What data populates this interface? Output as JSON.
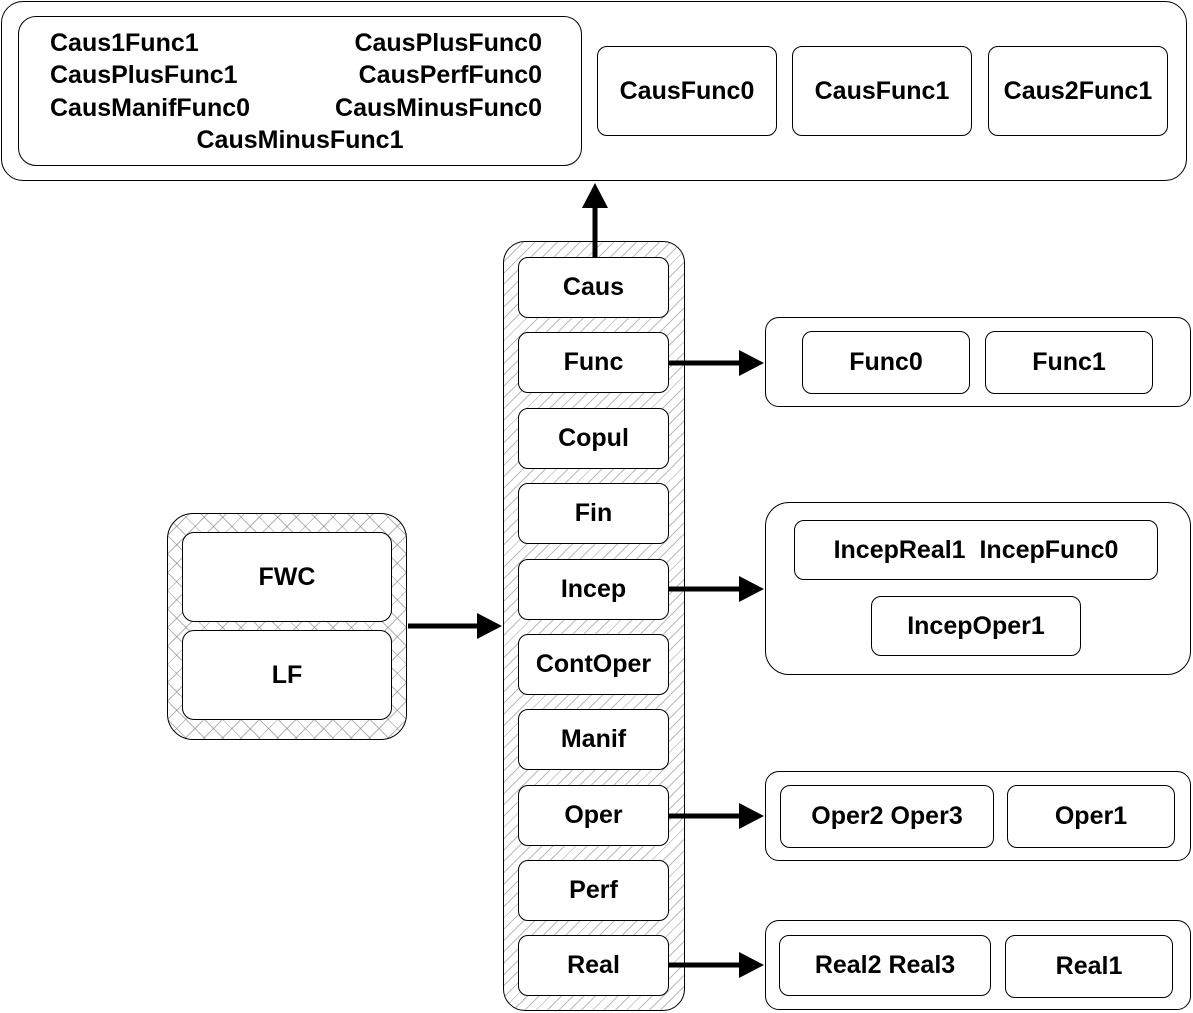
{
  "top_group": {
    "combined_items": [
      "Caus1Func1",
      "CausPlusFunc0",
      "CausPlusFunc1",
      "CausPerfFunc0",
      "CausManifFunc0",
      "CausMinusFunc0",
      "CausMinusFunc1"
    ],
    "boxes": [
      "CausFunc0",
      "CausFunc1",
      "Caus2Func1"
    ]
  },
  "left_group": {
    "items": [
      "FWC",
      "LF"
    ]
  },
  "center_column": {
    "items": [
      "Caus",
      "Func",
      "Copul",
      "Fin",
      "Incep",
      "ContOper",
      "Manif",
      "Oper",
      "Perf",
      "Real"
    ]
  },
  "func_group": {
    "items": [
      "Func0",
      "Func1"
    ]
  },
  "incep_group": {
    "items": [
      "IncepReal1  IncepFunc0",
      "IncepOper1"
    ]
  },
  "oper_group": {
    "items": [
      "Oper2 Oper3",
      "Oper1"
    ]
  },
  "real_group": {
    "items": [
      "Real2 Real3",
      "Real1"
    ]
  }
}
